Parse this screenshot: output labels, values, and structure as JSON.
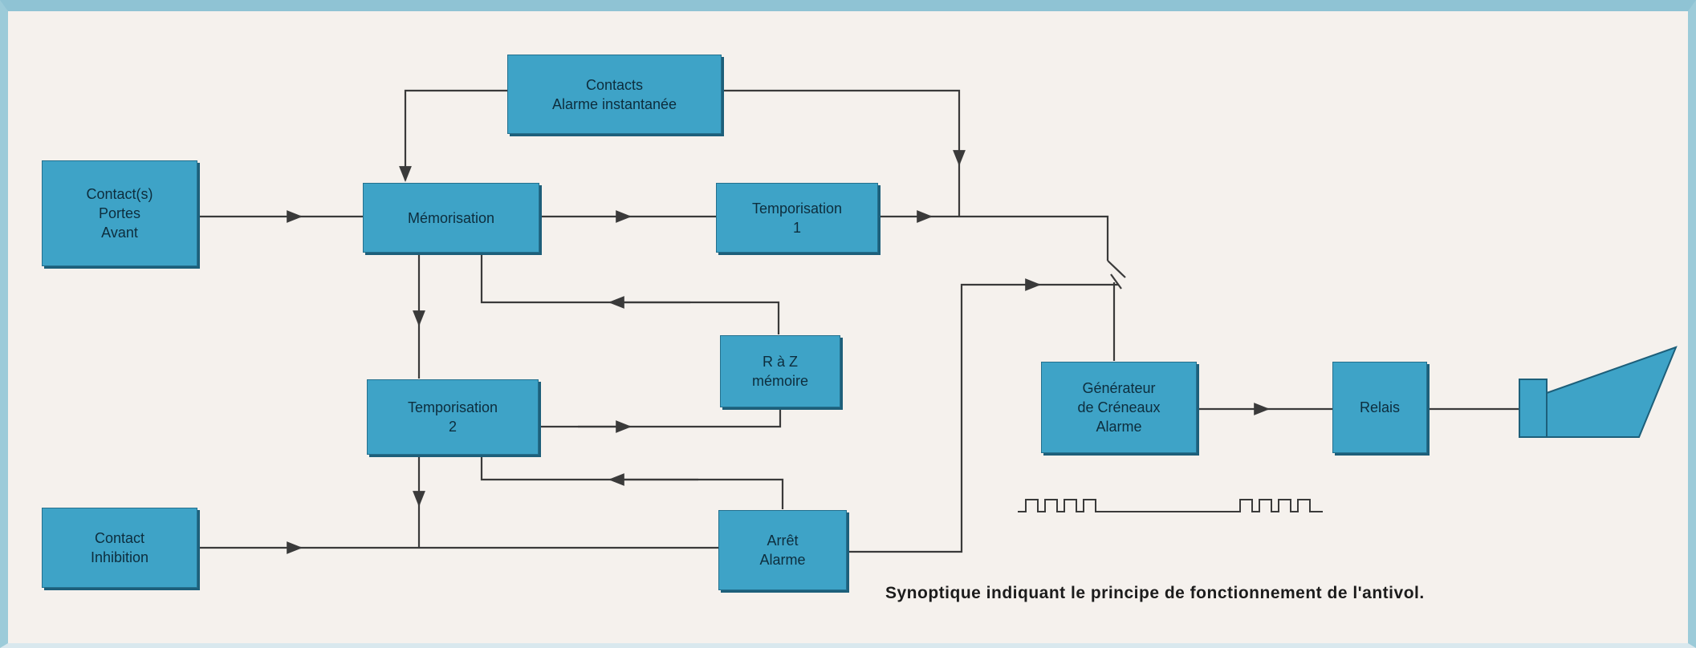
{
  "colors": {
    "box_fill": "#3ea3c7",
    "line": "#3a3a3a",
    "background": "#f5f1ed",
    "frame": "#9ccbd9"
  },
  "boxes": {
    "contacts_alarme": {
      "line1": "Contacts",
      "line2": "Alarme instantanée"
    },
    "contacts_portes": {
      "line1": "Contact(s)",
      "line2": "Portes",
      "line3": "Avant"
    },
    "memorisation": {
      "line1": "Mémorisation"
    },
    "temporisation1": {
      "line1": "Temporisation",
      "line2": "1"
    },
    "raz_memoire": {
      "line1": "R à Z",
      "line2": "mémoire"
    },
    "temporisation2": {
      "line1": "Temporisation",
      "line2": "2"
    },
    "contact_inhibition": {
      "line1": "Contact",
      "line2": "Inhibition"
    },
    "arret_alarme": {
      "line1": "Arrêt",
      "line2": "Alarme"
    },
    "generateur": {
      "line1": "Générateur",
      "line2": "de Créneaux",
      "line3": "Alarme"
    },
    "relais": {
      "line1": "Relais"
    }
  },
  "loudspeaker_icon": "loudspeaker",
  "caption": "Synoptique indiquant le principe de fonctionnement de l'antivol."
}
